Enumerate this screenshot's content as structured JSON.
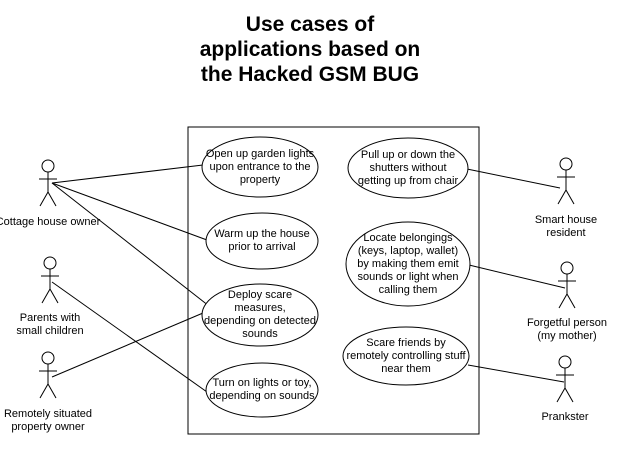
{
  "title": {
    "lines": [
      "Use cases of",
      "applications based on",
      "the Hacked GSM BUG"
    ]
  },
  "actors": [
    {
      "id": "cottage",
      "label_lines": [
        "Cottage house owner"
      ]
    },
    {
      "id": "parents",
      "label_lines": [
        "Parents with",
        "small children"
      ]
    },
    {
      "id": "remote",
      "label_lines": [
        "Remotely situated",
        "property owner"
      ]
    },
    {
      "id": "smart",
      "label_lines": [
        "Smart house",
        "resident"
      ]
    },
    {
      "id": "forgetful",
      "label_lines": [
        "Forgetful person",
        "(my mother)"
      ]
    },
    {
      "id": "prankster",
      "label_lines": [
        "Prankster"
      ]
    }
  ],
  "use_cases": [
    {
      "id": "garden",
      "lines": [
        "Open up garden lights",
        "upon entrance to the",
        "property"
      ]
    },
    {
      "id": "warm",
      "lines": [
        "Warm up the house",
        "prior to arrival"
      ]
    },
    {
      "id": "scare",
      "lines": [
        "Deploy scare",
        "measures,",
        "depending on detected",
        "sounds"
      ]
    },
    {
      "id": "lights",
      "lines": [
        "Turn on lights or toy,",
        "depending on sounds"
      ]
    },
    {
      "id": "shutters",
      "lines": [
        "Pull up or down the",
        "shutters without",
        "getting up from chair"
      ]
    },
    {
      "id": "locate",
      "lines": [
        "Locate belongings",
        "(keys, laptop, wallet)",
        "by making them emit",
        "sounds or light when",
        "calling them"
      ]
    },
    {
      "id": "friends",
      "lines": [
        "Scare friends by",
        "remotely controlling stuff",
        "near them"
      ]
    }
  ],
  "associations": [
    [
      "cottage",
      "garden"
    ],
    [
      "cottage",
      "warm"
    ],
    [
      "cottage",
      "scare"
    ],
    [
      "parents",
      "lights"
    ],
    [
      "remote",
      "scare"
    ],
    [
      "smart",
      "shutters"
    ],
    [
      "forgetful",
      "locate"
    ],
    [
      "prankster",
      "friends"
    ]
  ]
}
